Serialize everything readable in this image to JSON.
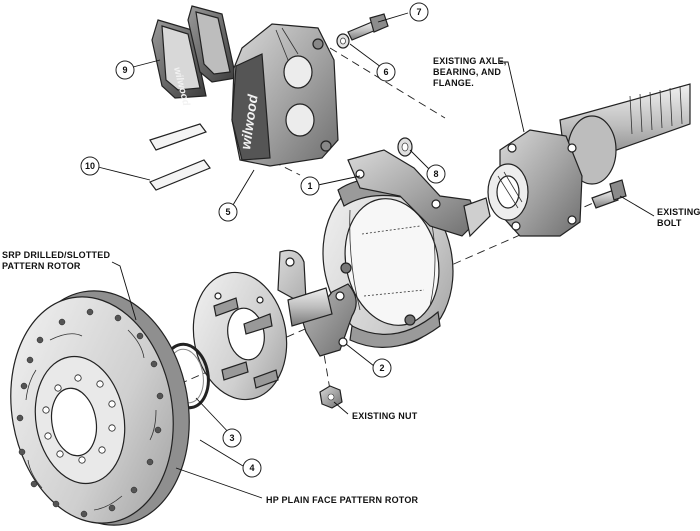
{
  "callouts": {
    "c1": "1",
    "c2": "2",
    "c3": "3",
    "c4": "4",
    "c5": "5",
    "c6": "6",
    "c7": "7",
    "c8": "8",
    "c9": "9",
    "c10": "10"
  },
  "labels": {
    "axle_1": "EXISTING AXLE,",
    "axle_2": "BEARING, AND",
    "axle_3": "FLANGE.",
    "bolt_1": "EXISTING",
    "bolt_2": "BOLT",
    "srp_1": "SRP DRILLED/SLOTTED",
    "srp_2": "PATTERN ROTOR",
    "nut": "EXISTING NUT",
    "hp": "HP PLAIN FACE PATTERN ROTOR"
  },
  "brand": {
    "caliper_logo": "wilwood",
    "pad_logo": "wilwood"
  }
}
